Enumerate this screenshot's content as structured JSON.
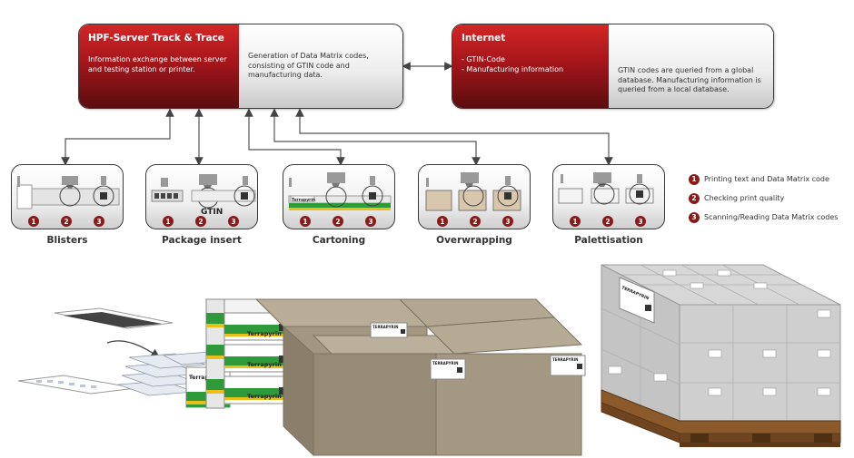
{
  "hpf": {
    "title": "HPF-Server Track & Trace",
    "left_text": "Information exchange between server and testing station or printer.",
    "right_text": "Generation of Data Matrix codes, consisting of GTIN code and manufacturing data."
  },
  "internet": {
    "title": "Internet",
    "items": [
      "- GTIN-Code",
      "- Manufacturing information"
    ],
    "right_text": "GTIN codes are queried from a global database. Manufacturing information is queried from a local database."
  },
  "stations": [
    {
      "label": "Blisters"
    },
    {
      "label": "Package insert"
    },
    {
      "label": "Cartoning"
    },
    {
      "label": "Overwrapping"
    },
    {
      "label": "Palettisation"
    }
  ],
  "step_numbers": [
    "1",
    "2",
    "3"
  ],
  "legend": [
    {
      "num": "1",
      "text": "Printing text and Data Matrix code"
    },
    {
      "num": "2",
      "text": "Checking print quality"
    },
    {
      "num": "3",
      "text": "Scanning/Reading Data Matrix codes"
    }
  ],
  "labels": {
    "carton_brand": "Terrapyrin",
    "insert_text": "GTIN",
    "box_label": "TERRAPYRIN"
  },
  "colors": {
    "accent_red": "#a5161b",
    "number_red": "#8b1a1a",
    "carton_green": "#2f9a3a",
    "carton_yellow": "#e8c019",
    "cardboard": "#a39782"
  }
}
